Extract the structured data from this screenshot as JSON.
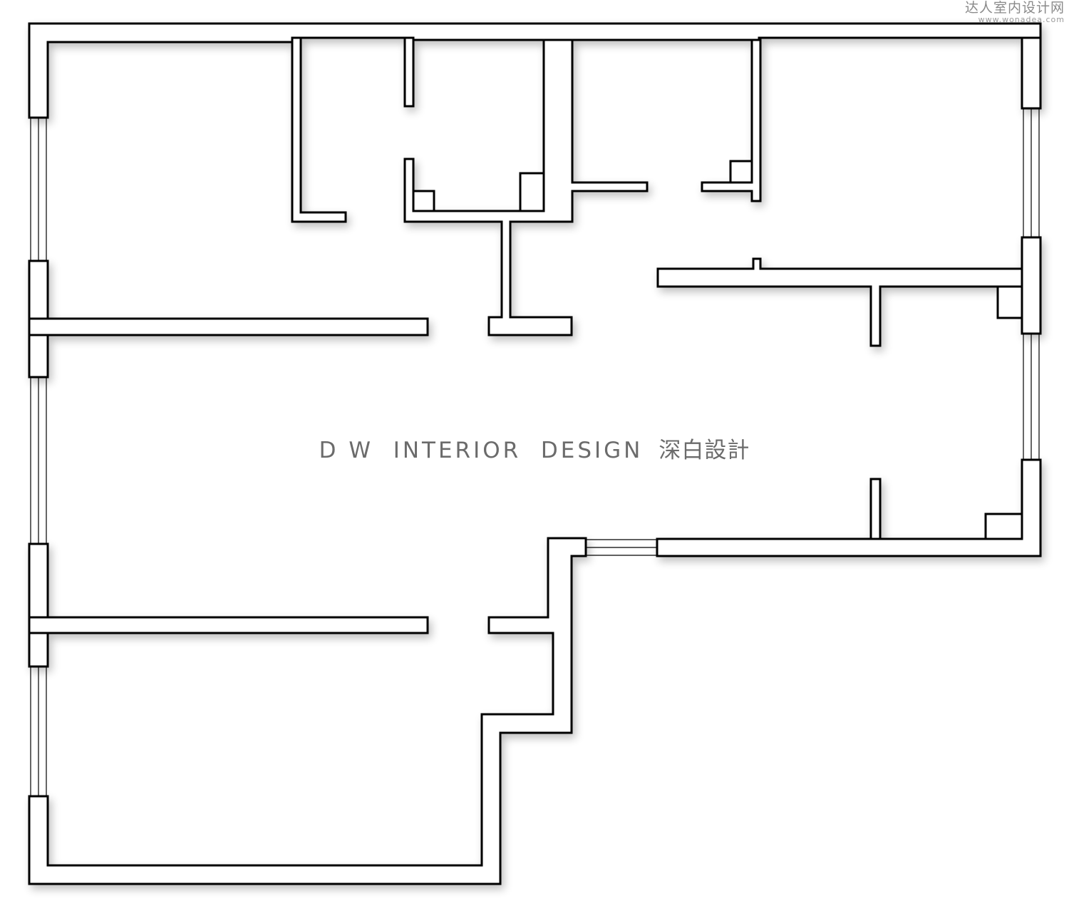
{
  "watermark": {
    "latin": "D W  INTERIOR  DESIGN",
    "cjk": "深白設計"
  },
  "site_watermark": {
    "name": "达人室内设计网",
    "url": "www.wonadea.com"
  },
  "colors": {
    "wall": "#000000",
    "background": "#ffffff",
    "watermark_text": "#6b6b6b"
  }
}
